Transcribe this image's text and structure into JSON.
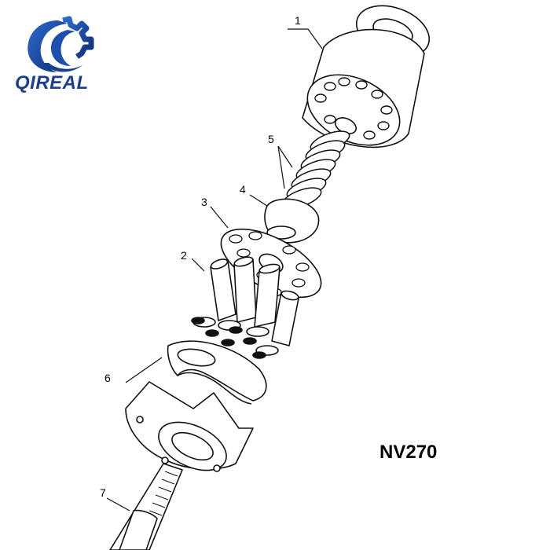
{
  "brand": {
    "name": "QIREAL",
    "color": "#1b3f8e",
    "icon": "gear-swoosh-logo"
  },
  "diagram": {
    "model": "NV270",
    "callouts": [
      "1",
      "2",
      "3",
      "4",
      "5",
      "6",
      "7"
    ]
  }
}
